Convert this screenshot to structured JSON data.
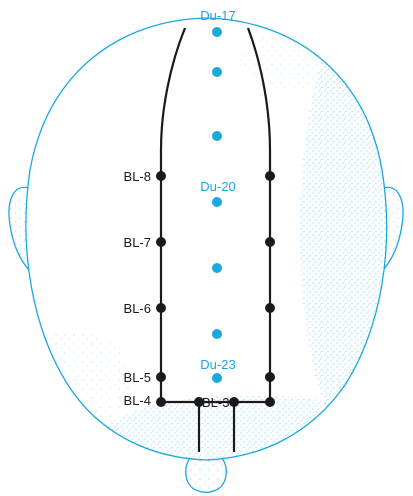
{
  "colors": {
    "outline": "#1aa8df",
    "stipple": "#1aa8df",
    "governing_vessel_points": "#1aa8df",
    "bladder_channel": "#1a1a1a",
    "label_du": "#1aa8df",
    "label_bl": "#1a1a1a"
  },
  "labels": {
    "du17": "Du-17",
    "du20": "Du-20",
    "du23": "Du-23",
    "bl8": "BL-8",
    "bl7": "BL-7",
    "bl6": "BL-6",
    "bl5": "BL-5",
    "bl4": "BL-4",
    "bl3": "BL-3"
  }
}
